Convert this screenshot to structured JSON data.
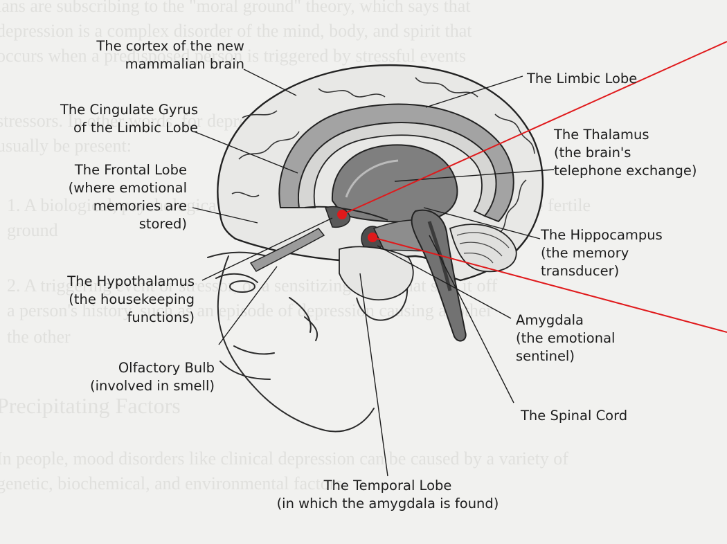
{
  "background_text": [
    "ians are subscribing to the \"moral ground\" theory, which says that",
    "depression is a complex disorder of the mind, body, and spirit that",
    "occurs when a predisposed person is triggered by stressful events",
    "stressors. In other words, for depression to occur, two factors must",
    "usually be present:",
    "1. A biological, psychological, or genetic vulnerability, which provides the fertile",
    "   ground",
    "2. A triggering event or stressor, or a sensitizing event that sets it off",
    "   a person's history, such as an episode of depression causing another",
    "   the other",
    "Precipitating Factors",
    "In people, mood disorders like clinical depression can be caused by a variety of",
    "genetic, biochemical, and environmental factors."
  ],
  "labels": {
    "cortex": [
      "The cortex of the new",
      "mammalian brain"
    ],
    "cingulate": [
      "The Cingulate Gyrus",
      "of the Limbic Lobe"
    ],
    "frontal": [
      "The Frontal Lobe",
      "(where emotional",
      "memories are",
      "stored)"
    ],
    "hypothalamus": [
      "The Hypothalamus",
      "(the housekeeping",
      "functions)"
    ],
    "olfactory": [
      "Olfactory Bulb",
      "(involved in smell)"
    ],
    "temporal": [
      "The Temporal Lobe",
      "(in which the amygdala is found)"
    ],
    "limbic": [
      "The Limbic Lobe"
    ],
    "thalamus": [
      "The Thalamus",
      "(the brain's",
      "telephone exchange)"
    ],
    "hippocampus": [
      "The Hippocampus",
      "(the memory",
      "transducer)"
    ],
    "amygdala": [
      "Amygdala",
      "(the emotional",
      "sentinel)"
    ],
    "spinal": [
      "The Spinal Cord"
    ]
  },
  "colors": {
    "ink": "#1c1c1c",
    "annotation_marker": "#e0191b",
    "paper": "#f1f1ef",
    "limbic_shading": "#9c9c9c",
    "thalamus_shading": "#7d7d7d",
    "cord_shading": "#6f6f6f"
  }
}
